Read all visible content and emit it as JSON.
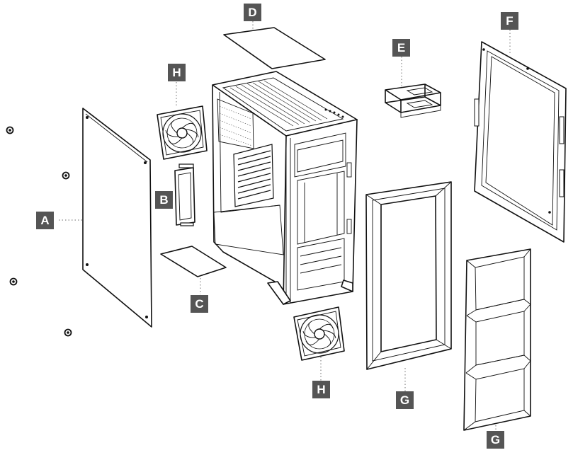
{
  "labels": {
    "A": "A",
    "B": "B",
    "C": "C",
    "D": "D",
    "E": "E",
    "F": "F",
    "G_front_frame": "G",
    "G_front_panel": "G",
    "H_top": "H",
    "H_bottom": "H"
  },
  "colors": {
    "label_background": "#555555",
    "label_text": "#ffffff",
    "line_art": "#111111",
    "leader_line": "#888888"
  }
}
